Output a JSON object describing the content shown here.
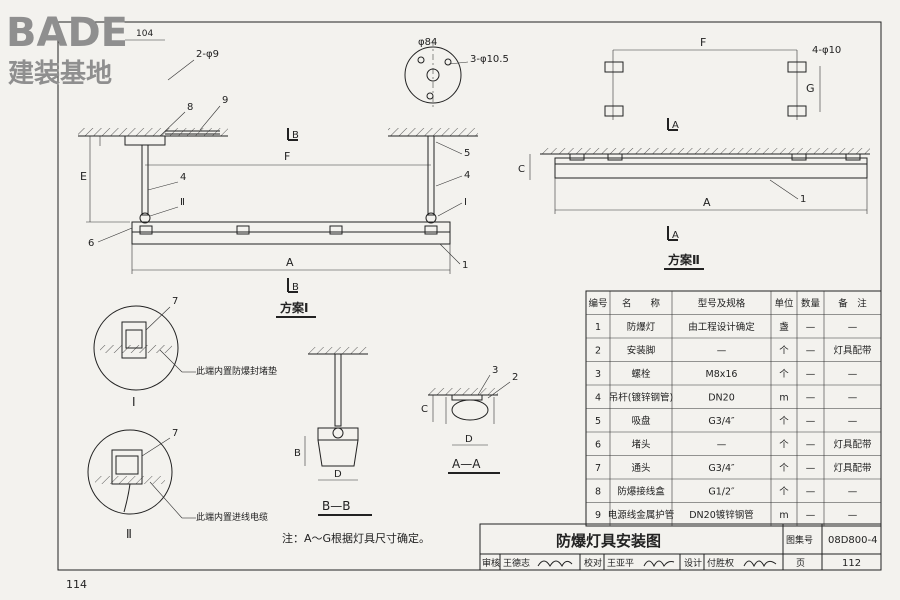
{
  "watermark": {
    "logo_text": "BADE",
    "subtitle": "建装基地"
  },
  "scheme1": {
    "title": "方案Ⅰ",
    "dims": {
      "d104": "104",
      "holes": "2-φ9",
      "e": "E",
      "f": "F",
      "a": "A"
    },
    "section_marks": {
      "b_top": "B",
      "b_bottom": "B"
    },
    "callouts": [
      "8",
      "9",
      "4",
      "Ⅱ",
      "6",
      "1"
    ]
  },
  "round_view": {
    "dia": "φ84",
    "holes": "3-φ10.5",
    "callouts": [
      "5",
      "4",
      "Ⅰ"
    ]
  },
  "scheme2": {
    "title": "方案Ⅱ",
    "dims": {
      "f": "F",
      "holes": "4-φ10",
      "g": "G",
      "c": "C",
      "a": "A"
    },
    "section_marks": {
      "a_top": "A",
      "a_bottom": "A"
    },
    "callouts": [
      "1"
    ]
  },
  "detail1": {
    "label": "Ⅰ",
    "callout": "7",
    "note": "此端内置防爆封堵垫"
  },
  "detail2": {
    "label": "Ⅱ",
    "callout": "7",
    "note": "此端内置进线电缆"
  },
  "section_bb": {
    "label": "B—B",
    "dims": {
      "b": "B",
      "d": "D"
    }
  },
  "section_aa": {
    "label": "A—A",
    "dims": {
      "c": "C",
      "d": "D"
    },
    "callouts": [
      "3",
      "2"
    ]
  },
  "note": "注：A～G根据灯具尺寸确定。",
  "table": {
    "headers": [
      "编号",
      "名　　称",
      "型号及规格",
      "单位",
      "数量",
      "备　注"
    ],
    "rows": [
      [
        "1",
        "防爆灯",
        "由工程设计确定",
        "盏",
        "—",
        "—"
      ],
      [
        "2",
        "安装脚",
        "—",
        "个",
        "—",
        "灯具配带"
      ],
      [
        "3",
        "螺栓",
        "M8x16",
        "个",
        "—",
        "—"
      ],
      [
        "4",
        "吊杆(镀锌钢管)",
        "DN20",
        "m",
        "—",
        "—"
      ],
      [
        "5",
        "吸盘",
        "G3/4″",
        "个",
        "—",
        "—"
      ],
      [
        "6",
        "堵头",
        "—",
        "个",
        "—",
        "灯具配带"
      ],
      [
        "7",
        "通头",
        "G3/4″",
        "个",
        "—",
        "灯具配带"
      ],
      [
        "8",
        "防爆接线盒",
        "G1/2″",
        "个",
        "—",
        "—"
      ],
      [
        "9",
        "电源线金属护管",
        "DN20镀锌钢管",
        "m",
        "—",
        "—"
      ]
    ]
  },
  "title_block": {
    "title": "防爆灯具安装图",
    "atlas_label": "图集号",
    "atlas_no": "08D800-4",
    "page_label": "页",
    "page_no": "112",
    "review_label": "审核",
    "reviewer": "王德志",
    "check_label": "校对",
    "checker": "王亚平",
    "design_label": "设计",
    "designer": "付胜权"
  },
  "page_number": "114"
}
